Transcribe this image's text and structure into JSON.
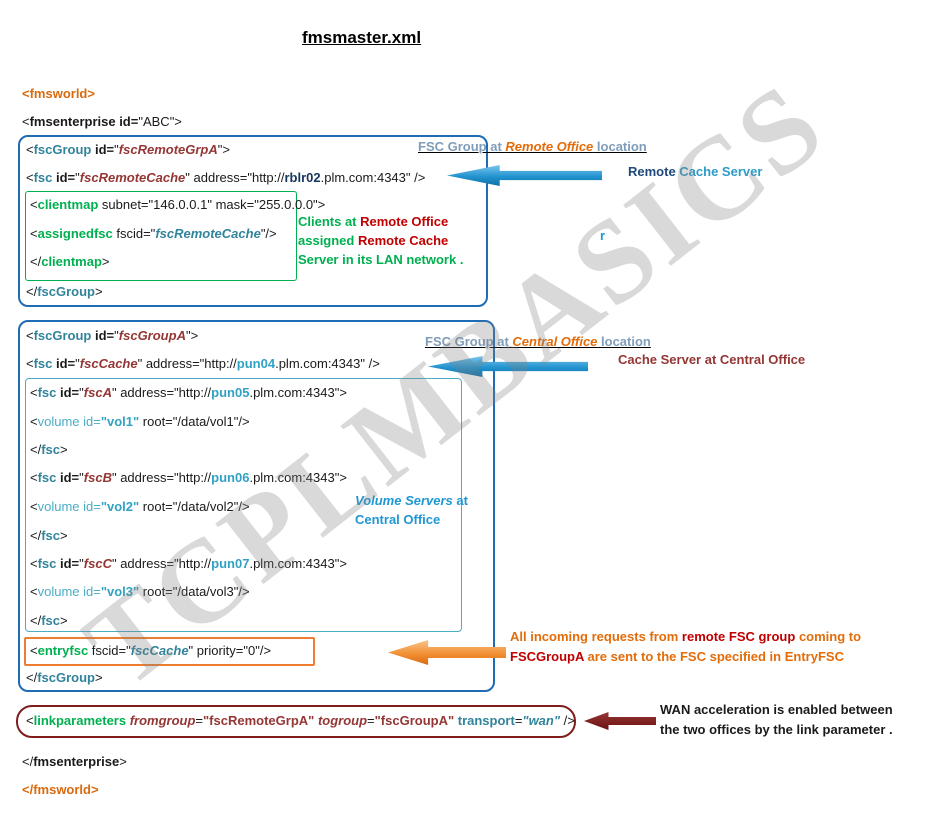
{
  "title": "fmsmaster.xml",
  "watermark": "TCPLMBASICS",
  "colors": {
    "teal_tag": "#31849B",
    "green_tag": "#00B050",
    "orange_tag": "#D96A0D",
    "maroon_id": "#943634",
    "cyan_volume": "#4BACC6",
    "blue_box_border": "#1F6CB4",
    "green_box_border": "#00B050",
    "orange_box_border": "#ED7D31",
    "darkred_box_border": "#7F1D1D",
    "blue_arrow": "#1F97D4",
    "orange_arrow": "#ED7D31",
    "darkred_arrow": "#7F1D1D"
  },
  "xml": {
    "fmsworld_open": [
      {
        "t": "<fmsworld>",
        "s": "tagOrange"
      }
    ],
    "fmsenterprise_open": [
      {
        "t": "<",
        "s": "plain"
      },
      {
        "t": "fmsenterprise",
        "s": "boldBlack"
      },
      {
        "t": " id=",
        "s": "boldBlack"
      },
      {
        "t": "\"ABC\">",
        "s": "plain"
      }
    ],
    "group_remote": {
      "open": [
        {
          "t": "<",
          "s": "plain"
        },
        {
          "t": "fscGroup",
          "s": "tag"
        },
        {
          "t": " id=",
          "s": "boldBlack"
        },
        {
          "t": "\"",
          "s": "plain"
        },
        {
          "t": "fscRemoteGrpA",
          "s": "id"
        },
        {
          "t": "\">",
          "s": "plain"
        }
      ],
      "fsc_remote_cache": [
        {
          "t": "<",
          "s": "plain"
        },
        {
          "t": "fsc",
          "s": "tag"
        },
        {
          "t": " id=",
          "s": "boldBlack"
        },
        {
          "t": "\"",
          "s": "plain"
        },
        {
          "t": "fscRemoteCache",
          "s": "id"
        },
        {
          "t": "\" address=\"http://",
          "s": "plain"
        },
        {
          "t": "rblr02",
          "s": "host"
        },
        {
          "t": ".plm.com:4343\" />",
          "s": "plain"
        }
      ],
      "clientmap_open": [
        {
          "t": "<",
          "s": "plain"
        },
        {
          "t": "clientmap",
          "s": "tagGreen"
        },
        {
          "t": " subnet=\"146.0.0.1\" mask=\"255.0.0.0\">",
          "s": "plain"
        }
      ],
      "assignedfsc": [
        {
          "t": "<",
          "s": "plain"
        },
        {
          "t": "assignedfsc",
          "s": "tagGreen"
        },
        {
          "t": " fscid=\"",
          "s": "plain"
        },
        {
          "t": "fscRemoteCache",
          "s": "idTeal"
        },
        {
          "t": "\"/>",
          "s": "plain"
        }
      ],
      "clientmap_close": [
        {
          "t": "</",
          "s": "plain"
        },
        {
          "t": "clientmap",
          "s": "tagGreen"
        },
        {
          "t": ">",
          "s": "plain"
        }
      ],
      "close": [
        {
          "t": "</",
          "s": "plain"
        },
        {
          "t": "fscGroup",
          "s": "tag"
        },
        {
          "t": ">",
          "s": "plain"
        }
      ]
    },
    "group_central": {
      "open": [
        {
          "t": "<",
          "s": "plain"
        },
        {
          "t": "fscGroup",
          "s": "tag"
        },
        {
          "t": " id=",
          "s": "boldBlack"
        },
        {
          "t": "\"",
          "s": "plain"
        },
        {
          "t": "fscGroupA",
          "s": "id"
        },
        {
          "t": "\">",
          "s": "plain"
        }
      ],
      "fsc_cache": [
        {
          "t": "<",
          "s": "plain"
        },
        {
          "t": "fsc",
          "s": "tag"
        },
        {
          "t": " id=",
          "s": "boldBlack"
        },
        {
          "t": "\"",
          "s": "plain"
        },
        {
          "t": "fscCache",
          "s": "id"
        },
        {
          "t": "\" address=\"http://",
          "s": "plain"
        },
        {
          "t": "pun04",
          "s": "hostCyan"
        },
        {
          "t": ".plm.com:4343\" />",
          "s": "plain"
        }
      ],
      "fsc_a_open": [
        {
          "t": "<",
          "s": "plain"
        },
        {
          "t": "fsc",
          "s": "tag"
        },
        {
          "t": " id=",
          "s": "boldBlack"
        },
        {
          "t": "\"",
          "s": "plain"
        },
        {
          "t": "fscA",
          "s": "id"
        },
        {
          "t": "\" address=\"http://",
          "s": "plain"
        },
        {
          "t": "pun05",
          "s": "hostCyan"
        },
        {
          "t": ".plm.com:4343\">",
          "s": "plain"
        }
      ],
      "vol1": [
        {
          "t": "<",
          "s": "plain"
        },
        {
          "t": "volume id=",
          "s": "tagCyan"
        },
        {
          "t": "\"vol1\"",
          "s": "hostCyan"
        },
        {
          "t": " root=\"/data/vol1\"/>",
          "s": "plain"
        }
      ],
      "fsc_a_close": [
        {
          "t": "</",
          "s": "plain"
        },
        {
          "t": "fsc",
          "s": "tag"
        },
        {
          "t": ">",
          "s": "plain"
        }
      ],
      "fsc_b_open": [
        {
          "t": "<",
          "s": "plain"
        },
        {
          "t": "fsc",
          "s": "tag"
        },
        {
          "t": " id=",
          "s": "boldBlack"
        },
        {
          "t": "\"",
          "s": "plain"
        },
        {
          "t": "fscB",
          "s": "id"
        },
        {
          "t": "\" address=\"http://",
          "s": "plain"
        },
        {
          "t": "pun06",
          "s": "hostCyan"
        },
        {
          "t": ".plm.com:4343\">",
          "s": "plain"
        }
      ],
      "vol2": [
        {
          "t": "<",
          "s": "plain"
        },
        {
          "t": "volume id=",
          "s": "tagCyan"
        },
        {
          "t": "\"vol2\"",
          "s": "hostCyan"
        },
        {
          "t": " root=\"/data/vol2\"/>",
          "s": "plain"
        }
      ],
      "fsc_b_close": [
        {
          "t": "</",
          "s": "plain"
        },
        {
          "t": "fsc",
          "s": "tag"
        },
        {
          "t": ">",
          "s": "plain"
        }
      ],
      "fsc_c_open": [
        {
          "t": "<",
          "s": "plain"
        },
        {
          "t": "fsc",
          "s": "tag"
        },
        {
          "t": " id=",
          "s": "boldBlack"
        },
        {
          "t": "\"",
          "s": "plain"
        },
        {
          "t": "fscC",
          "s": "id"
        },
        {
          "t": "\" address=\"http://",
          "s": "plain"
        },
        {
          "t": "pun07",
          "s": "hostCyan"
        },
        {
          "t": ".plm.com:4343\">",
          "s": "plain"
        }
      ],
      "vol3": [
        {
          "t": "<",
          "s": "plain"
        },
        {
          "t": "volume id=",
          "s": "tagCyan"
        },
        {
          "t": "\"vol3\"",
          "s": "hostCyan"
        },
        {
          "t": " root=\"/data/vol3\"/>",
          "s": "plain"
        }
      ],
      "fsc_c_close": [
        {
          "t": "</",
          "s": "plain"
        },
        {
          "t": "fsc",
          "s": "tag"
        },
        {
          "t": ">",
          "s": "plain"
        }
      ],
      "entryfsc": [
        {
          "t": "<",
          "s": "plain"
        },
        {
          "t": "entryfsc",
          "s": "tagGreen"
        },
        {
          "t": " fscid=\"",
          "s": "plain"
        },
        {
          "t": "fscCache",
          "s": "idTeal"
        },
        {
          "t": "\" priority=\"0\"/>",
          "s": "plain"
        }
      ],
      "close": [
        {
          "t": "</",
          "s": "plain"
        },
        {
          "t": "fscGroup",
          "s": "tag"
        },
        {
          "t": ">",
          "s": "plain"
        }
      ]
    },
    "linkparameters": [
      {
        "t": "<",
        "s": "plain"
      },
      {
        "t": "linkparameters ",
        "s": "tagGreen"
      },
      {
        "t": "fromgroup",
        "s": "attrItal"
      },
      {
        "t": "=",
        "s": "plain"
      },
      {
        "t": "\"fscRemoteGrpA\"",
        "s": "valMaroon"
      },
      {
        "t": " ",
        "s": "plain"
      },
      {
        "t": "togroup",
        "s": "attrItal"
      },
      {
        "t": "=",
        "s": "plain"
      },
      {
        "t": "\"fscGroupA\"",
        "s": "valMaroon"
      },
      {
        "t": " ",
        "s": "plain"
      },
      {
        "t": "transport",
        "s": "tag"
      },
      {
        "t": "=",
        "s": "plain"
      },
      {
        "t": "\"wan\"",
        "s": "valTeal"
      },
      {
        "t": " />",
        "s": "plain"
      }
    ],
    "fmsenterprise_close": [
      {
        "t": "</",
        "s": "plain"
      },
      {
        "t": "fmsenterprise",
        "s": "boldBlack"
      },
      {
        "t": ">",
        "s": "plain"
      }
    ],
    "fmsworld_close": [
      {
        "t": "</fmsworld>",
        "s": "tagOrange"
      }
    ]
  },
  "annotations": {
    "remote_group_title": [
      {
        "t": "FSC Group at ",
        "s": "slate"
      },
      {
        "t": "Remote Office",
        "s": "annOrangeItal"
      },
      {
        "t": " location",
        "s": "slate"
      }
    ],
    "remote_cache_server": [
      {
        "t": "Remote ",
        "s": "navy"
      },
      {
        "t": "Cache Server",
        "s": "annTeal"
      }
    ],
    "clients_note": {
      "lines": [
        [
          {
            "t": "Clients at ",
            "s": "annGreen"
          },
          {
            "t": "Remote Office",
            "s": "annRed"
          }
        ],
        [
          {
            "t": "assigned ",
            "s": "annGreen"
          },
          {
            "t": "Remote Cache",
            "s": "annRed"
          }
        ],
        [
          {
            "t": "Server in its LAN network .",
            "s": "annGreen"
          }
        ]
      ]
    },
    "stray_r": [
      {
        "t": "r",
        "s": "annBlue"
      }
    ],
    "central_group_title": [
      {
        "t": "FSC Group at ",
        "s": "slate"
      },
      {
        "t": "Central Office",
        "s": "annOrangeItal"
      },
      {
        "t": " location",
        "s": "slate"
      }
    ],
    "central_cache_server": [
      {
        "t": "Cache Server at Central Office",
        "s": "annMaroon"
      }
    ],
    "volume_servers_note": {
      "lines": [
        [
          {
            "t": "Volume Servers",
            "s": "annBlueItal"
          },
          {
            "t": " at",
            "s": "annBlue"
          }
        ],
        [
          {
            "t": "Central Office",
            "s": "annBlue"
          }
        ]
      ]
    },
    "entryfsc_note": {
      "lines": [
        [
          {
            "t": "All incoming requests from ",
            "s": "annOrangeB"
          },
          {
            "t": "remote FSC group ",
            "s": "annRed"
          },
          {
            "t": "coming to",
            "s": "annOrangeB"
          }
        ],
        [
          {
            "t": "FSCGroupA ",
            "s": "annRed"
          },
          {
            "t": "are sent to the FSC specified in EntryFSC",
            "s": "annOrangeB"
          }
        ]
      ]
    },
    "wan_note": {
      "lines": [
        [
          {
            "t": "WAN acceleration is enabled between",
            "s": "annBlack"
          }
        ],
        [
          {
            "t": "the two offices by the link parameter .",
            "s": "annBlack"
          }
        ]
      ]
    }
  }
}
